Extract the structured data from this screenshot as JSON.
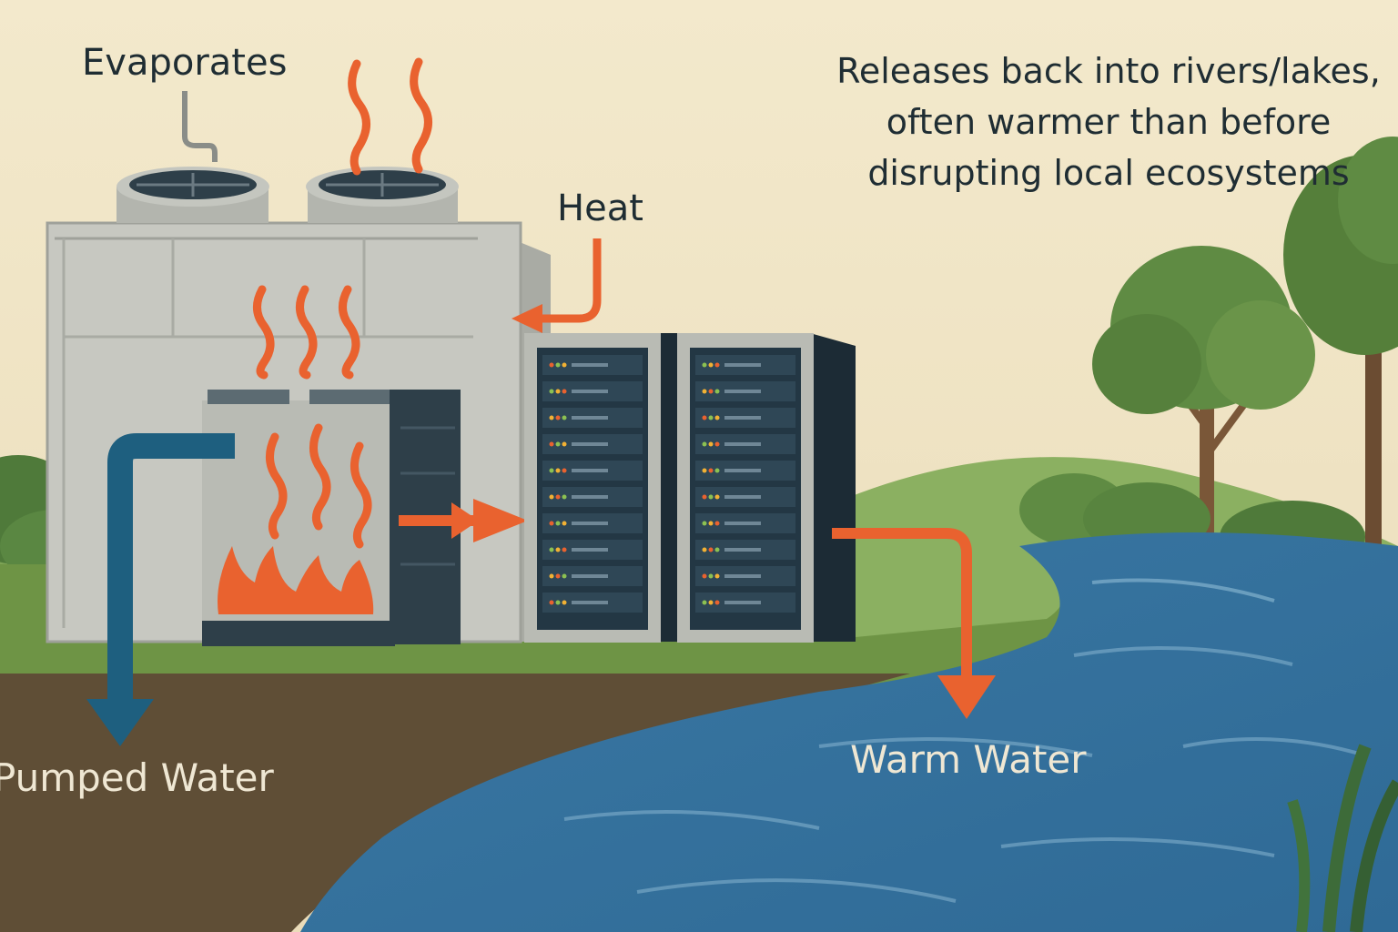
{
  "labels": {
    "evaporates": "Evaporates",
    "heat": "Heat",
    "releases": [
      "Releases back into rivers/lakes,",
      "often warmer than before",
      "disrupting local ecosystems"
    ],
    "pumped_water": "Pumped Water",
    "warm_water": "Warm Water"
  },
  "colors": {
    "sky": "#f1e6c9",
    "grass": "#6e9445",
    "soil": "#5f4e36",
    "river": "#3f7fa8",
    "heat_arrow": "#e9622f",
    "pumped_pipe": "#1e5f7f",
    "building": "#c7c8c1",
    "server_rack": "#233744"
  },
  "icons": {
    "cooling_fans": "fan-icon",
    "heat_waves": "heat-wave-icon",
    "flames": "flame-icon",
    "servers": "server-rack-icon",
    "trees": "tree-icon"
  }
}
